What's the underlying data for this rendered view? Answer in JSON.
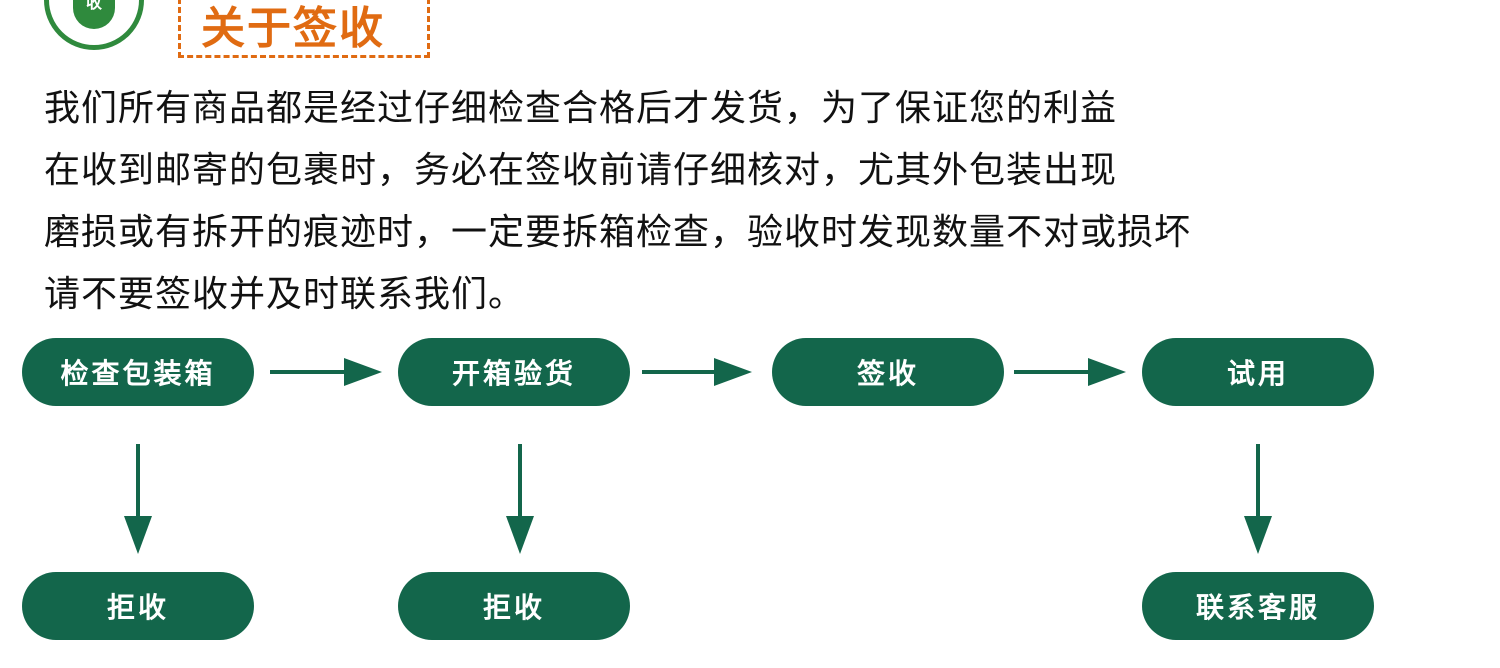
{
  "header": {
    "badge_text": "收",
    "title": "关于签收"
  },
  "paragraph": [
    "我们所有商品都是经过仔细检查合格后才发货，为了保证您的利益",
    "在收到邮寄的包裹时，务必在签收前请仔细核对，尤其外包装出现",
    "磨损或有拆开的痕迹时，一定要拆箱检查，验收时发现数量不对或损坏",
    "请不要签收并及时联系我们。"
  ],
  "flow": {
    "main_steps": [
      "检查包装箱",
      "开箱验货",
      "签收",
      "试用"
    ],
    "branches": [
      "拒收",
      "拒收",
      "联系客服"
    ]
  },
  "colors": {
    "node_fill": "#13664b",
    "title_orange": "#e06b12",
    "badge_green": "#2f8a3d"
  }
}
